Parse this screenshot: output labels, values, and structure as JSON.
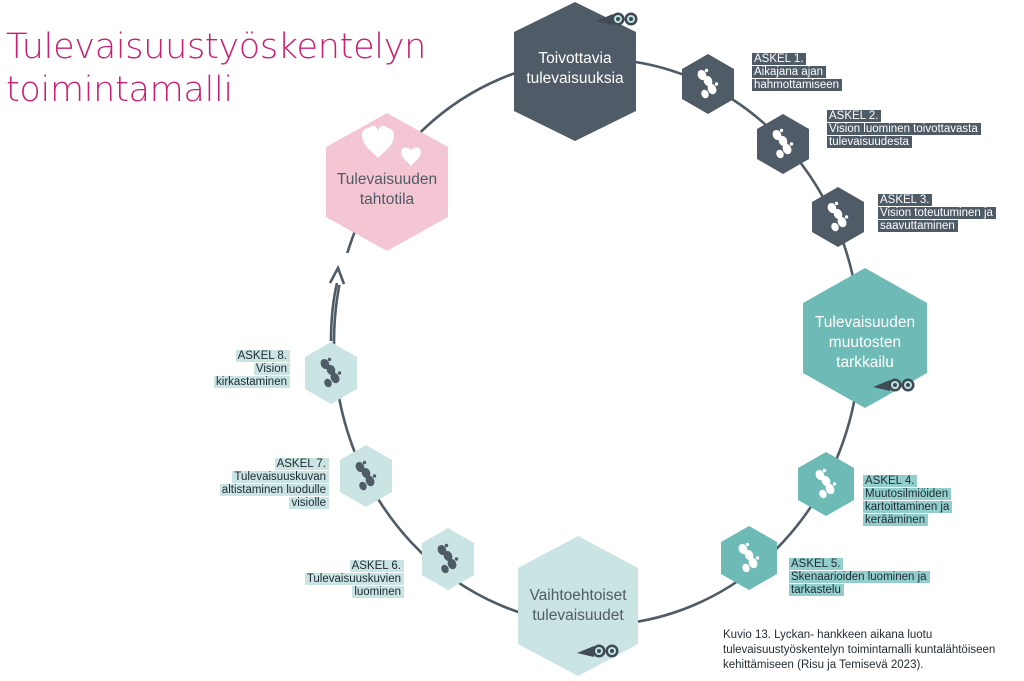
{
  "title": {
    "line1": "Tulevaisuustyöskentelyn",
    "line2": "toimintamalli"
  },
  "nodes": {
    "hopeful": {
      "line1": "Toivottavia",
      "line2": "tulevaisuuksia"
    },
    "monitoring": {
      "line1": "Tulevaisuuden",
      "line2": "muutosten",
      "line3": "tarkkailu"
    },
    "alternative": {
      "line1": "Vaihtoehtoiset",
      "line2": "tulevaisuudet"
    },
    "desired": {
      "line1": "Tulevaisuuden",
      "line2": "tahtotila"
    }
  },
  "steps": {
    "s1": {
      "heading": "ASKEL 1.",
      "line1": "Aikajana ajan",
      "line2": "hahmottamiseen"
    },
    "s2": {
      "heading": "ASKEL 2.",
      "line1": "Vision luominen toivottavasta",
      "line2": "tulevaisuudesta"
    },
    "s3": {
      "heading": "ASKEL 3.",
      "line1": "Vision toteutuminen ja",
      "line2": "saavuttaminen"
    },
    "s4": {
      "heading": "ASKEL 4.",
      "line1": "Muutosilmiöiden",
      "line2": "kartoittaminen ja",
      "line3": "kerääminen"
    },
    "s5": {
      "heading": "ASKEL 5.",
      "line1": "Skenaarioiden luominen ja",
      "line2": "tarkastelu"
    },
    "s6": {
      "heading": "ASKEL 6.",
      "line1": "Tulevaisuuskuvien",
      "line2": "luominen"
    },
    "s7": {
      "heading": "ASKEL 7.",
      "line1": "Tulevaisuuskuvan",
      "line2": "altistaminen luodulle",
      "line3": "visiolle"
    },
    "s8": {
      "heading": "ASKEL 8.",
      "line1": "Vision",
      "line2": "kirkastaminen"
    }
  },
  "caption": {
    "line1": "Kuvio 13. Lyckan- hankkeen aikana luotu",
    "line2": "tulevaisuustyöskentelyn toimintamalli kuntalähtöiseen",
    "line3": "kehittämiseen (Risu ja Temisevä 2023)."
  },
  "icons": {
    "footprints": "footprints-icon",
    "hearts": "hearts-icon",
    "binoculars": "binoculars-icon"
  },
  "colors": {
    "title": "#c81e74",
    "dark": "#4f5b66",
    "teal": "#6dbab6",
    "teal_light": "#c9e4e2",
    "pink": "#f4c6d3",
    "ring": "#4f5b66"
  }
}
